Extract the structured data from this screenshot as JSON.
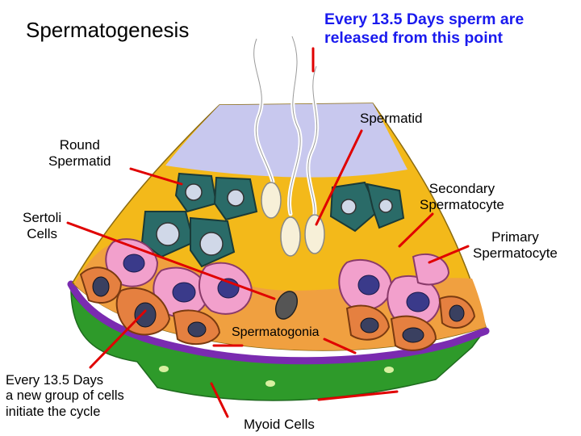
{
  "title": "Spermatogenesis",
  "release_note": "Every 13.5 Days sperm are\nreleased from this point",
  "labels": {
    "spermatid": "Spermatid",
    "round_spermatid": "Round\nSpermatid",
    "secondary_spermatocyte": "Secondary\nSpermatocyte",
    "sertoli_cells": "Sertoli\nCells",
    "primary_spermatocyte": "Primary\nSpermatocyte",
    "spermatogonia": "Spermatogonia",
    "cycle_note": "Every 13.5 Days\na new group of cells\ninitiate the cycle",
    "myoid_cells": "Myoid Cells"
  },
  "colors": {
    "title_text": "#000000",
    "note_text": "#1a1aee",
    "pointer": "#e00000",
    "lumen": "#c8c8ee",
    "sertoli_cytoplasm": "#f3b91a",
    "basal_layer": "#f0a040",
    "basement_membrane": "#7a2bb0",
    "myoid_layer": "#2e9a2a",
    "round_spermatid_cell": "#2a6b68",
    "primary_spermatocyte_cell": "#f2a0cc",
    "spermatogonium_cell": "#e58040"
  }
}
